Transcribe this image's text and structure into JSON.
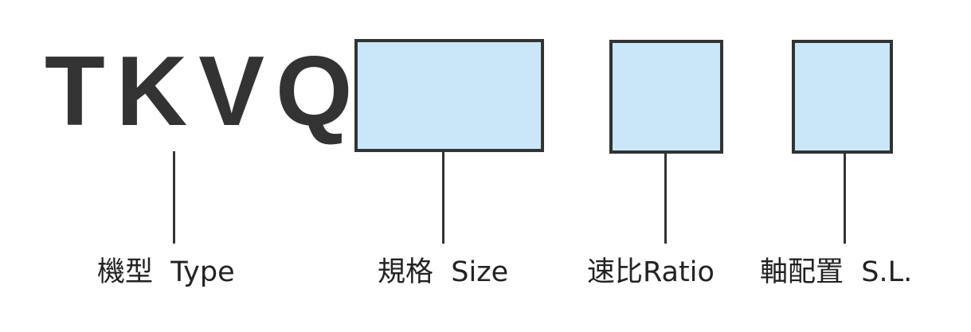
{
  "model_code": "TKVQ",
  "fields": [
    {
      "id": "type",
      "label": "機型  Type"
    },
    {
      "id": "size",
      "label": "規格  Size"
    },
    {
      "id": "ratio",
      "label": "速比Ratio"
    },
    {
      "id": "sl",
      "label": "軸配置  S.L."
    }
  ],
  "colors": {
    "ink": "#333333",
    "box_fill": "#c9e7f8"
  }
}
